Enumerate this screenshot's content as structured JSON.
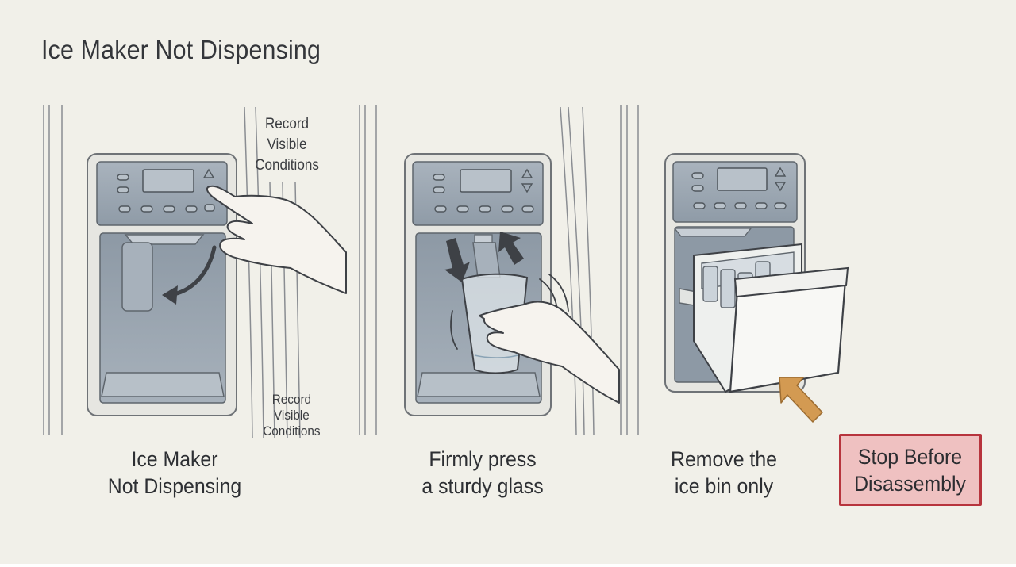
{
  "title": "Ice Maker Not Dispensing",
  "notes": {
    "top": "Record\nVisible\nConditions",
    "bottom": "Record\nVisible\nConditions"
  },
  "steps": [
    {
      "caption": "Ice Maker\nNot Dispensing"
    },
    {
      "caption": "Firmly press\na sturdy glass"
    },
    {
      "caption": "Remove the\nice bin only"
    }
  ],
  "warning": {
    "label": "Stop Before\nDisassembly"
  },
  "colors": {
    "background": "#f1f0e9",
    "panel": "#9aa6b1",
    "arrow_accent": "#d39a52",
    "warning_fill": "#efc1c1",
    "warning_border": "#b7343d"
  },
  "icons": [
    "up-triangle-icon",
    "down-triangle-icon",
    "curved-arrow-icon",
    "pointer-arrow-icon"
  ]
}
